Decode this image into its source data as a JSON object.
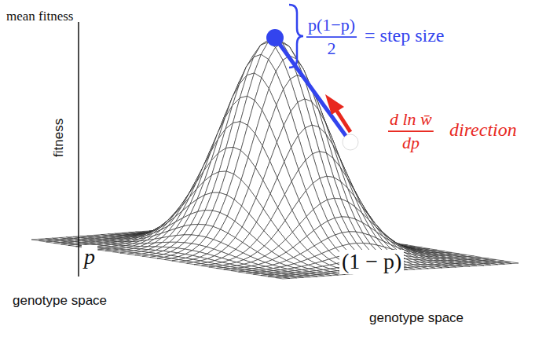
{
  "diagram": {
    "labels": [
      "mean fitness",
      "fitness",
      "p(1−p)",
      "2",
      "= step size",
      "d ln w̄",
      "dp",
      "direction",
      "p",
      "(1 − p)",
      "genotype space",
      "genotype space"
    ]
  }
}
